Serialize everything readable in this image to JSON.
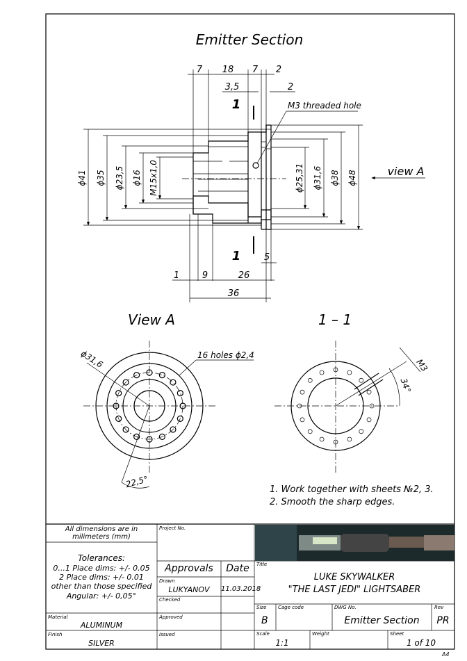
{
  "drawing": {
    "title": "Emitter Section",
    "dimensions": {
      "d7a": "7",
      "d18": "18",
      "d7b": "7",
      "d2a": "2",
      "d35": "3,5",
      "d2b": "2",
      "thread_note": "M3 threaded hole",
      "sec_mark_top": "1",
      "sec_mark_bottom": "1",
      "d41": "ϕ41",
      "d35dia": "ϕ35",
      "d235": "ϕ23,5",
      "d16": "ϕ16",
      "m15": "M15x1,0",
      "d2531": "ϕ25,31",
      "d316": "ϕ31,6",
      "d38": "ϕ38",
      "d48": "ϕ48",
      "view_arrow": "view A",
      "d5": "5",
      "d1": "1",
      "d9": "9",
      "d26": "26",
      "d36": "36"
    },
    "view_a": {
      "title": "View A",
      "dia": "ϕ31,6",
      "holes": "16 holes ϕ2,4",
      "angle": "22,5°"
    },
    "section": {
      "title": "1 – 1",
      "thread": "M3",
      "angle": "34°"
    },
    "notes": [
      "1. Work together with sheets №2, 3.",
      "2. Smooth the sharp edges."
    ],
    "sheet_size": "A4"
  },
  "title_block": {
    "dims_note_1": "All dimensions are in",
    "dims_note_2": "milimeters (mm)",
    "tolerances": "Tolerances:",
    "tol_1": "0...1 Place dims: +/- 0.05",
    "tol_2": "2 Place dims: +/- 0.01",
    "tol_3": "other than those specified",
    "tol_4": "Angular: +/- 0,05°",
    "project_no_label": "Project No.",
    "approvals": "Approvals",
    "date": "Date",
    "drawn_label": "Drawn",
    "drawn_by": "LUKYANOV",
    "drawn_date": "11.03.2018",
    "checked_label": "Checked",
    "approved_label": "Approved",
    "issued_label": "Issued",
    "material_label": "Material",
    "material": "ALUMINUM",
    "finish_label": "Finish",
    "finish": "SILVER",
    "title_label": "Title",
    "title_1": "LUKE SKYWALKER",
    "title_2": "\"THE LAST JEDI\" LIGHTSABER",
    "size_label": "Size",
    "size": "B",
    "cage_label": "Cage code",
    "dwg_label": "DWG No.",
    "dwg": "Emitter Section",
    "rev_label": "Rev",
    "rev": "PR",
    "scale_label": "Scale",
    "scale": "1:1",
    "weight_label": "Weight",
    "sheet_label": "Sheet",
    "sheet": "1 of 10"
  }
}
